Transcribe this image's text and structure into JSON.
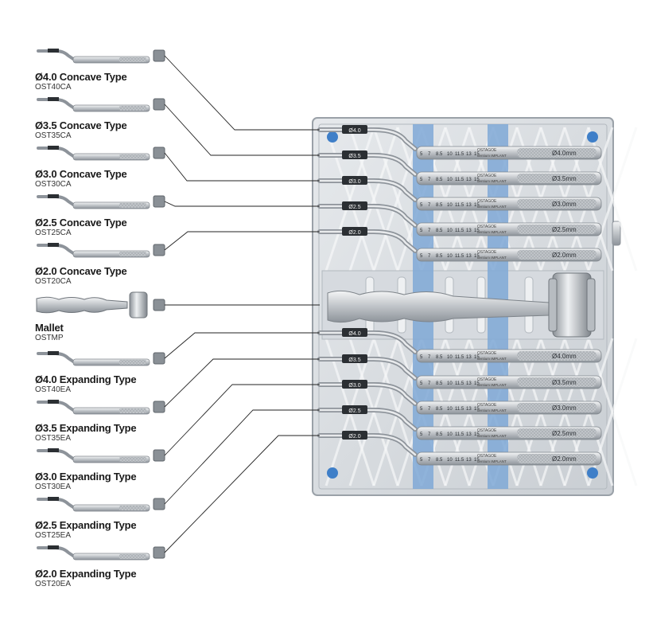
{
  "colors": {
    "tray": "#d9dde1",
    "tray_border": "#9aa1a8",
    "rail_blue": "#7fa8d6",
    "dot_blue": "#3f7fc8",
    "leader": "#222222",
    "steel": "#c9cdd2"
  },
  "instruments": [
    {
      "name": "Ø4.0 Concave Type",
      "code": "OST40CA"
    },
    {
      "name": "Ø3.5 Concave  Type",
      "code": "OST35CA"
    },
    {
      "name": "Ø3.0 Concave Type",
      "code": "OST30CA"
    },
    {
      "name": "Ø2.5 Concave Type",
      "code": "OST25CA"
    },
    {
      "name": "Ø2.0 Concave Type",
      "code": "OST20CA"
    },
    {
      "name": "Mallet",
      "code": "OSTMP"
    },
    {
      "name": "Ø4.0 Expanding Type",
      "code": "OST40EA"
    },
    {
      "name": "Ø3.5 Expanding Type",
      "code": "OST35EA"
    },
    {
      "name": "Ø3.0 Expanding Type",
      "code": "OST30EA"
    },
    {
      "name": "Ø2.5 Expanding Type",
      "code": "OST25EA"
    },
    {
      "name": "Ø2.0 Expanding Type",
      "code": "OST20EA"
    }
  ],
  "tray": {
    "concave_rows": [
      {
        "tag": "Ø4.0",
        "size": "Ø4.0mm"
      },
      {
        "tag": "Ø3.5",
        "size": "Ø3.5mm"
      },
      {
        "tag": "Ø3.0",
        "size": "Ø3.0mm"
      },
      {
        "tag": "Ø2.5",
        "size": "Ø2.5mm"
      },
      {
        "tag": "Ø2.0",
        "size": "Ø2.0mm"
      }
    ],
    "expanding_rows": [
      {
        "tag": "Ø4.0",
        "size": "Ø4.0mm"
      },
      {
        "tag": "Ø3.5",
        "size": "Ø3.5mm"
      },
      {
        "tag": "Ø3.0",
        "size": "Ø3.0mm"
      },
      {
        "tag": "Ø2.5",
        "size": "Ø2.5mm"
      },
      {
        "tag": "Ø2.0",
        "size": "Ø2.0mm"
      }
    ],
    "depth_marks": [
      "5",
      "7",
      "8.5",
      "10",
      "11.5",
      "13",
      "15"
    ],
    "model_label": "OSTAGOE",
    "brand_label": "dentium IMPLANT"
  }
}
